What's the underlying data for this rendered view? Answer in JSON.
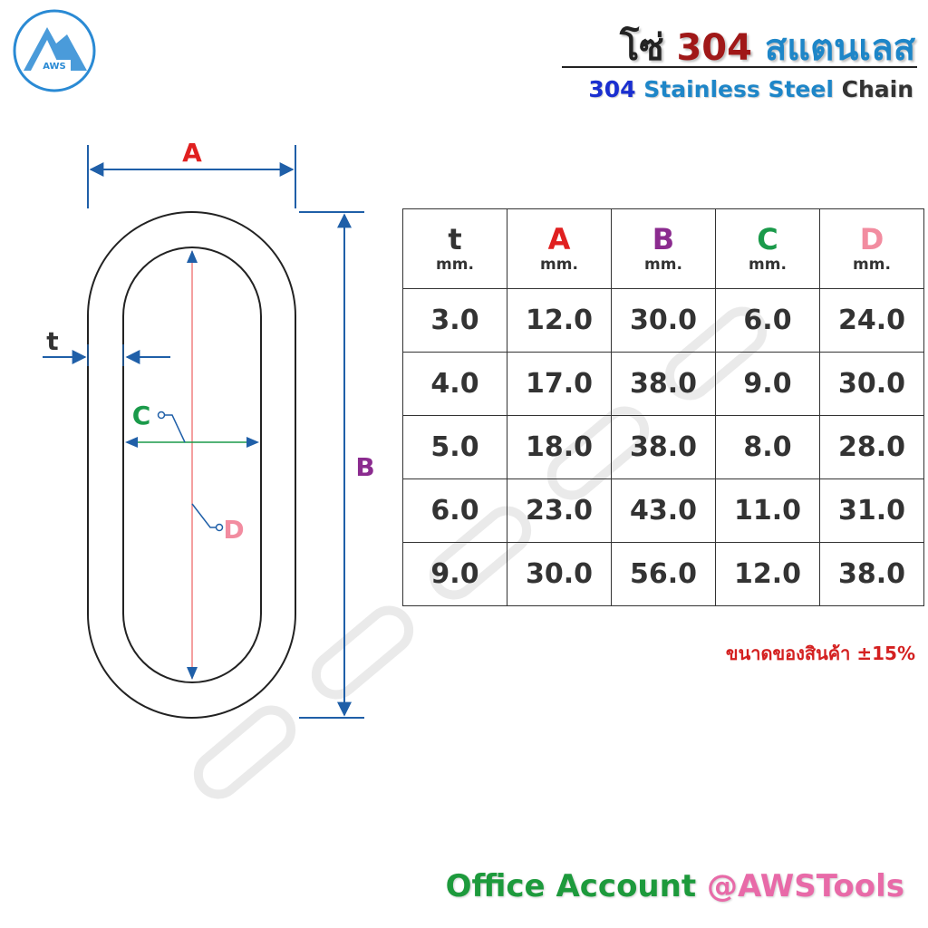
{
  "brand": {
    "logo_text": "AWS"
  },
  "title": {
    "thai_word1": "โซ่",
    "number": "304",
    "thai_word2": "สแตนเลส",
    "english_part1": "304",
    "english_part2": "Stainless Steel",
    "english_part3": "Chain"
  },
  "colors": {
    "t": "#333333",
    "A": "#e02020",
    "B": "#8b2b8f",
    "C": "#1a9a4a",
    "D": "#f28ca0",
    "dimension_line": "#1f5fa8"
  },
  "diagram": {
    "labels": {
      "A": "A",
      "B": "B",
      "C": "C",
      "D": "D",
      "t": "t"
    }
  },
  "table": {
    "headers": [
      {
        "letter": "t",
        "unit": "mm."
      },
      {
        "letter": "A",
        "unit": "mm."
      },
      {
        "letter": "B",
        "unit": "mm."
      },
      {
        "letter": "C",
        "unit": "mm."
      },
      {
        "letter": "D",
        "unit": "mm."
      }
    ],
    "rows": [
      [
        "3.0",
        "12.0",
        "30.0",
        "6.0",
        "24.0"
      ],
      [
        "4.0",
        "17.0",
        "38.0",
        "9.0",
        "30.0"
      ],
      [
        "5.0",
        "18.0",
        "38.0",
        "8.0",
        "28.0"
      ],
      [
        "6.0",
        "23.0",
        "43.0",
        "11.0",
        "31.0"
      ],
      [
        "9.0",
        "30.0",
        "56.0",
        "12.0",
        "38.0"
      ]
    ]
  },
  "tolerance_note": "ขนาดของสินค้า ±15%",
  "footer": {
    "prefix": "Office Account",
    "handle": "@AWSTools"
  }
}
